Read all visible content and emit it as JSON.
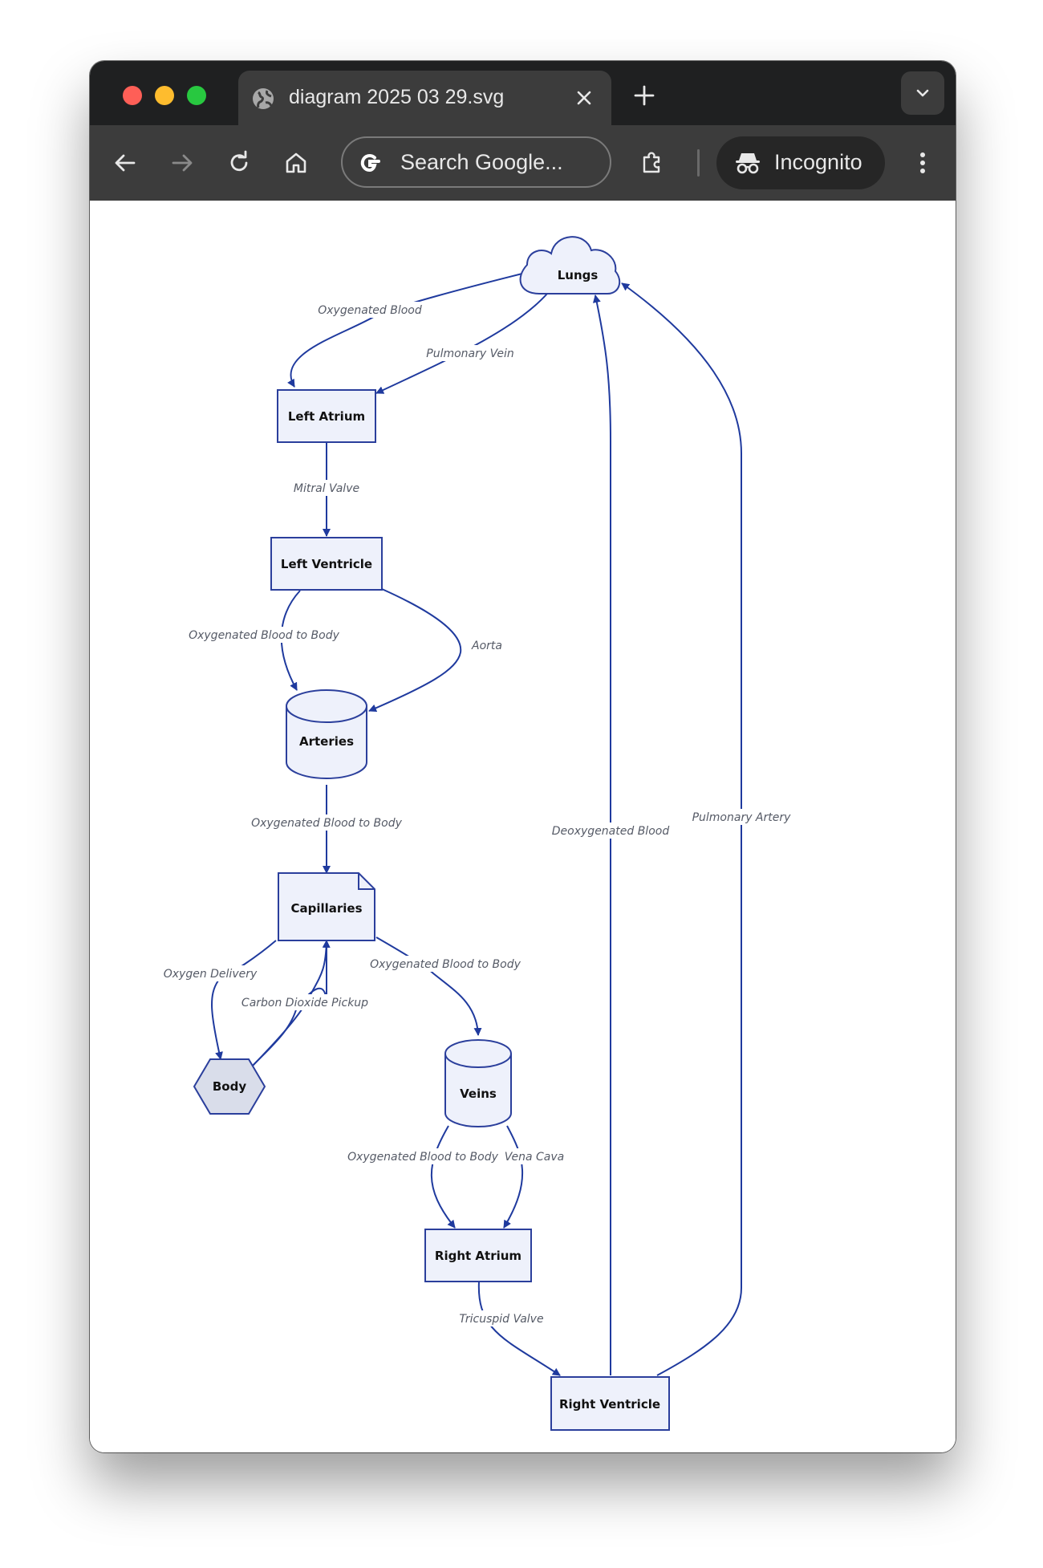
{
  "browser": {
    "tab_title": "diagram 2025 03 29.svg",
    "search_placeholder": "Search Google...",
    "incognito_label": "Incognito"
  },
  "colors": {
    "edge": "#1f3a9e",
    "node_fill": "#eef1fb",
    "node_stroke": "#2b3f9c",
    "body_fill": "#d9ddea"
  },
  "diagram": {
    "nodes": {
      "lungs": "Lungs",
      "left_atrium": "Left Atrium",
      "left_ventricle": "Left Ventricle",
      "arteries": "Arteries",
      "capillaries": "Capillaries",
      "body": "Body",
      "veins": "Veins",
      "right_atrium": "Right Atrium",
      "right_ventricle": "Right Ventricle"
    },
    "edges": {
      "lungs_left_atrium_oxygenated": "Oxygenated Blood",
      "lungs_left_atrium_pulmonary_vein": "Pulmonary Vein",
      "mitral_valve": "Mitral Valve",
      "lv_arteries_oxygenated": "Oxygenated Blood to Body",
      "aorta": "Aorta",
      "arteries_capillaries": "Oxygenated Blood to Body",
      "capillaries_veins": "Oxygenated Blood to Body",
      "oxygen_delivery": "Oxygen Delivery",
      "carbon_dioxide_pickup": "Carbon Dioxide Pickup",
      "veins_ra_oxygenated": "Oxygenated Blood to Body",
      "vena_cava": "Vena Cava",
      "tricuspid_valve": "Tricuspid Valve",
      "deoxygenated_blood": "Deoxygenated Blood",
      "pulmonary_artery": "Pulmonary Artery"
    }
  }
}
